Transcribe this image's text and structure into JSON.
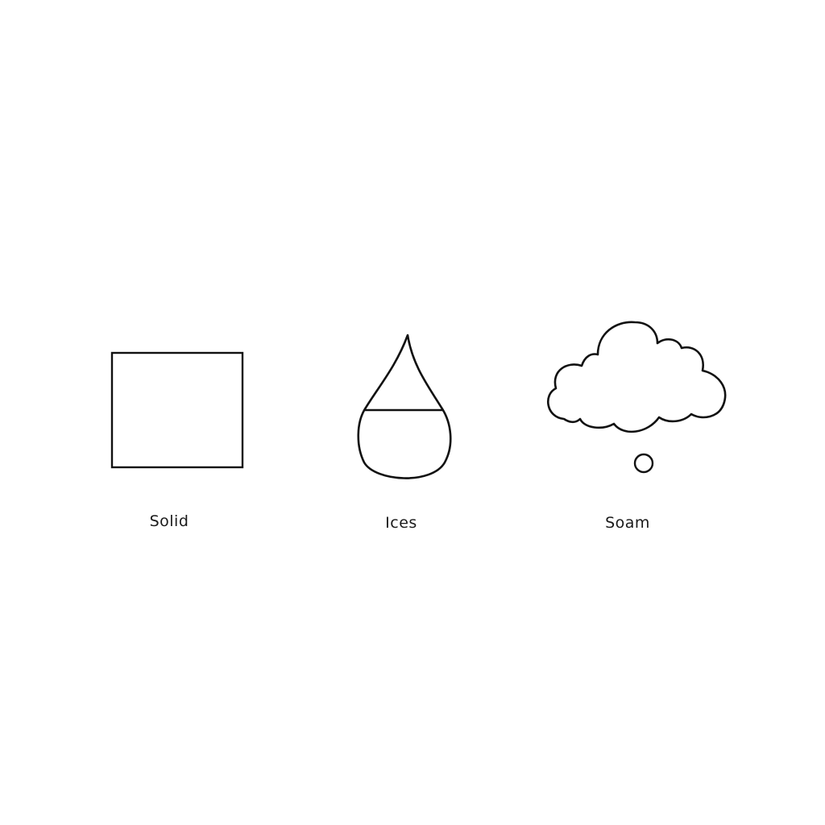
{
  "diagram": {
    "items": [
      {
        "label": "Solid",
        "icon": "square-icon"
      },
      {
        "label": "Ices",
        "icon": "droplet-icon"
      },
      {
        "label": "Soam",
        "icon": "cloud-icon"
      }
    ]
  }
}
